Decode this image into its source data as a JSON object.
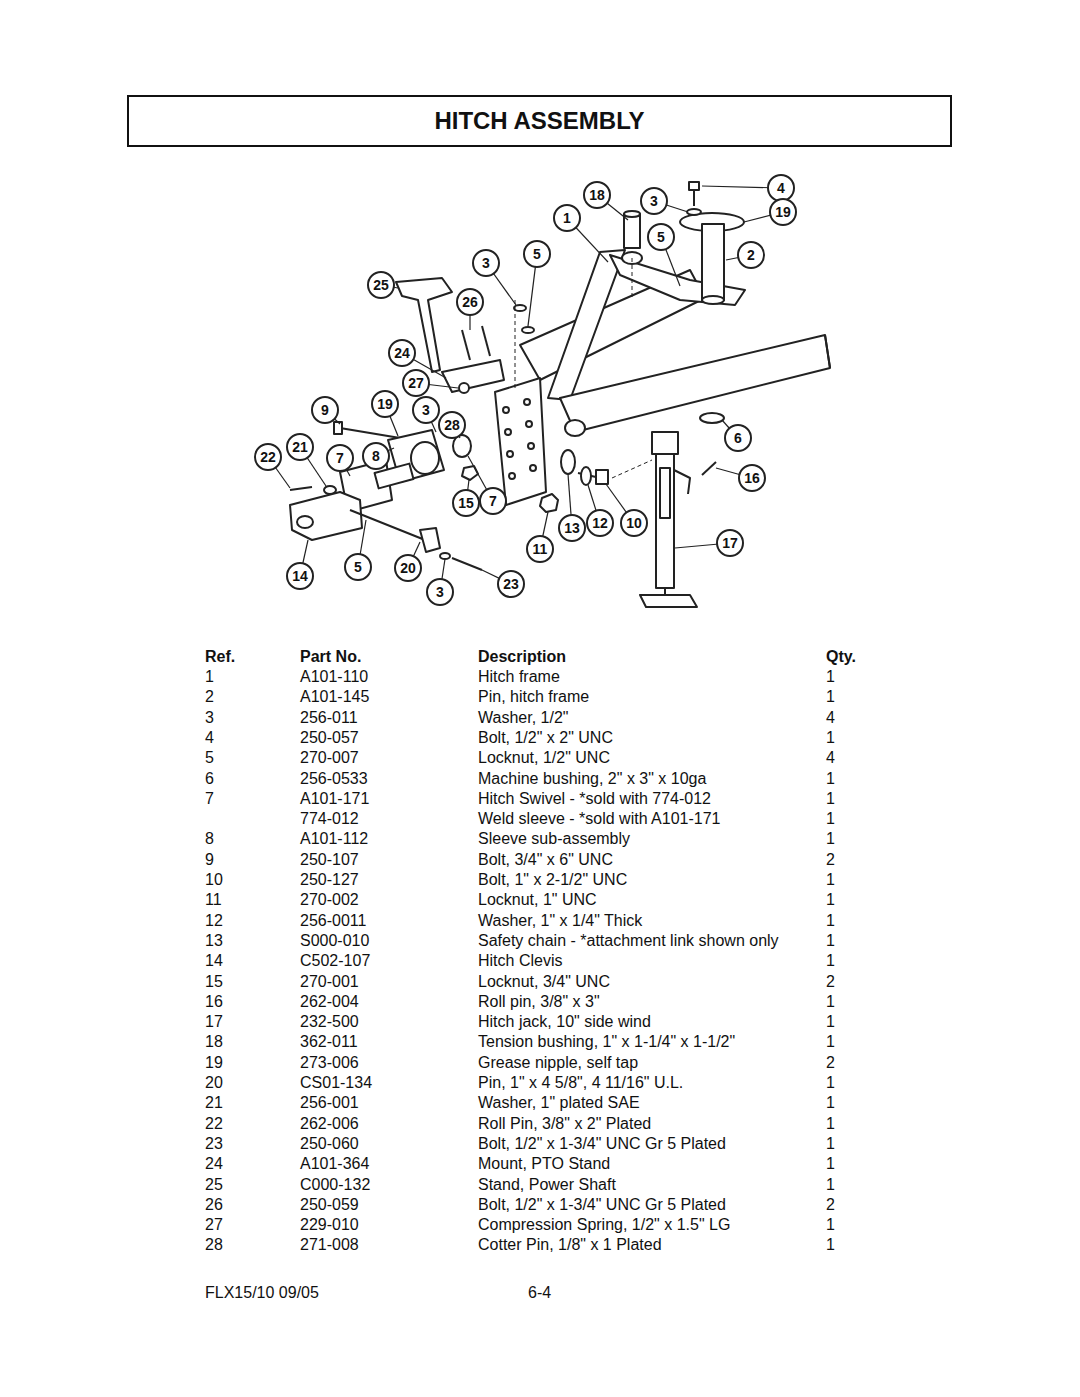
{
  "diagram": {
    "title": "HITCH ASSEMBLY",
    "nodes": [
      {
        "text": [
          "18"
        ]
      },
      {
        "text": [
          "3"
        ]
      },
      {
        "text": [
          "4"
        ]
      },
      {
        "text": [
          "19"
        ]
      },
      {
        "text": [
          "1"
        ]
      },
      {
        "text": [
          "5"
        ]
      },
      {
        "text": [
          "2"
        ]
      },
      {
        "text": [
          "3"
        ]
      },
      {
        "text": [
          "5"
        ]
      },
      {
        "text": [
          "25"
        ]
      },
      {
        "text": [
          "26"
        ]
      },
      {
        "text": [
          "24"
        ]
      },
      {
        "text": [
          "27"
        ]
      },
      {
        "text": [
          "9"
        ]
      },
      {
        "text": [
          "19"
        ]
      },
      {
        "text": [
          "3"
        ]
      },
      {
        "text": [
          "28"
        ]
      },
      {
        "text": [
          "22"
        ]
      },
      {
        "text": [
          "21"
        ]
      },
      {
        "text": [
          "7"
        ]
      },
      {
        "text": [
          "8"
        ]
      },
      {
        "text": [
          "15"
        ]
      },
      {
        "text": [
          "7"
        ]
      },
      {
        "text": [
          "6"
        ]
      },
      {
        "text": [
          "16"
        ]
      },
      {
        "text": [
          "17"
        ]
      },
      {
        "text": [
          "13"
        ]
      },
      {
        "text": [
          "12"
        ]
      },
      {
        "text": [
          "10"
        ]
      },
      {
        "text": [
          "11"
        ]
      },
      {
        "text": [
          "14"
        ]
      },
      {
        "text": [
          "5"
        ]
      },
      {
        "text": [
          "20"
        ]
      },
      {
        "text": [
          "3"
        ]
      },
      {
        "text": [
          "23"
        ]
      }
    ],
    "labels": [
      "Ref.",
      "Part No.",
      "Description",
      "Qty.",
      "1",
      "A101-110",
      "Hitch frame",
      "1",
      "2",
      "A101-145",
      "Pin, hitch frame",
      "1",
      "3",
      "256-011",
      "Washer, 1/2\"",
      "4",
      "4",
      "250-057",
      "Bolt, 1/2\" x 2\" UNC",
      "1",
      "5",
      "270-007",
      "Locknut, 1/2\" UNC",
      "4",
      "6",
      "256-0533",
      "Machine bushing, 2\" x 3\" x 10ga",
      "1",
      "7",
      "A101-171",
      "Hitch Swivel - *sold with 774-012",
      "1",
      "774-012",
      "Weld sleeve - *sold with A101-171",
      "1",
      "8",
      "A101-112",
      "Sleeve sub-assembly",
      "1",
      "9",
      "250-107",
      "Bolt, 3/4\" x 6\" UNC",
      "2",
      "10",
      "250-127",
      "Bolt, 1\" x 2-1/2\" UNC",
      "1",
      "11",
      "270-002",
      "Locknut, 1\" UNC",
      "1",
      "12",
      "256-0011",
      "Washer, 1\" x 1/4\" Thick",
      "1",
      "13",
      "S000-010",
      "Safety chain - *attachment link shown only",
      "1",
      "14",
      "C502-107",
      "Hitch Clevis",
      "1",
      "15",
      "270-001",
      "Locknut, 3/4\" UNC",
      "2",
      "16",
      "262-004",
      "Roll pin, 3/8\" x 3\"",
      "1",
      "17",
      "232-500",
      "Hitch jack, 10\" side wind",
      "1",
      "18",
      "362-011",
      "Tension bushing, 1\" x 1-1/4\" x 1-1/2\"",
      "1",
      "19",
      "273-006",
      "Grease nipple, self tap",
      "2",
      "20",
      "CS01-134",
      "Pin, 1\" x 4 5/8\", 4 11/16\" U.L.",
      "1",
      "21",
      "256-001",
      "Washer, 1\" plated SAE",
      "1",
      "22",
      "262-006",
      "Roll Pin, 3/8\" x 2\" Plated",
      "1",
      "23",
      "250-060",
      "Bolt, 1/2\" x 1-3/4\" UNC Gr 5 Plated",
      "1",
      "24",
      "A101-364",
      "Mount, PTO Stand",
      "1",
      "25",
      "C000-132",
      "Stand, Power Shaft",
      "1",
      "26",
      "250-059",
      "Bolt, 1/2\" x 1-3/4\" UNC Gr 5 Plated",
      "2",
      "27",
      "229-010",
      "Compression Spring, 1/2\" x 1.5\" LG",
      "1",
      "28",
      "271-008",
      "Cotter Pin, 1/8\" x 1 Plated",
      "1",
      "FLX15/10 09/05",
      "6-4"
    ]
  }
}
